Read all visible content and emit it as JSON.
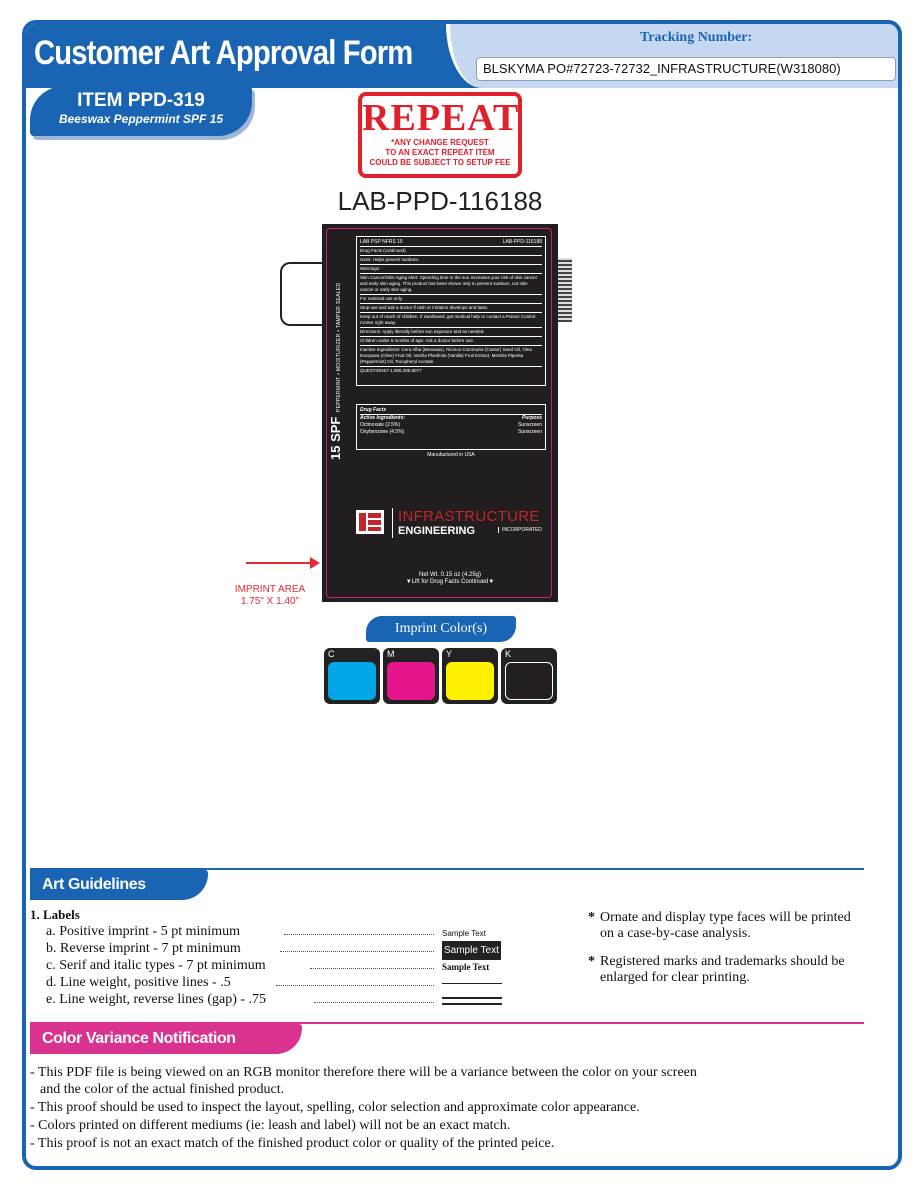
{
  "header": {
    "title": "Customer Art Approval Form",
    "tracking_label": "Tracking Number:",
    "tracking_value": "BLSKYMA PO#72723-72732_INFRASTRUCTURE(W318080)"
  },
  "item": {
    "code": "ITEM PPD-319",
    "name": "Beeswax Peppermint SPF 15"
  },
  "repeat_stamp": {
    "title": "REPEAT",
    "note_lines": [
      "*ANY CHANGE REQUEST",
      "TO AN EXACT REPEAT ITEM",
      "COULD BE SUBJECT TO SETUP FEE"
    ]
  },
  "lab_id": "LAB-PPD-116188",
  "artwork": {
    "spf_big": "15 SPF",
    "spf_side": "PEPPERMINT • MOISTURIZER • TAMPER SEALED",
    "facts_header_left": "LAB PSP NFRS 15",
    "facts_header_right": "LAB-PPD-116188",
    "facts_lines": [
      "Drug Facts (continued)",
      "Uses: Helps prevent sunburn.",
      "Warnings:",
      "Skin Cancer/Skin Aging Alert: Spending time in the sun increases your risk of skin cancer and early skin aging. This product has been shown only to prevent sunburn, not skin cancer or early skin aging.",
      "For external use only.",
      "Stop use and ask a doctor if rash or irritation develops and lasts.",
      "Keep out of reach of children. If swallowed, get medical help or contact a Poison Control Center right away.",
      "Directions: Apply liberally before sun exposure and as needed.",
      "Children under 6 months of age: Ask a doctor before use.",
      "Inactive Ingredients: Cera Alba (Beeswax), Ricinus Communis (Castor) Seed Oil, Olea Europaea (Olive) Fruit Oil, Vanilla Planifolia (Vanilla) Fruit Extract, Mentha Piperita (Peppermint) Oil, Tocopheryl Acetate.",
      "QUESTIONS? 1.855.296.8077"
    ],
    "drug_facts_title": "Drug Facts",
    "active_label": "Active Ingredients:",
    "purpose_label": "Purpose",
    "active_rows": [
      {
        "name": "Octinoxate (2.5%)",
        "purpose": "Sunscreen"
      },
      {
        "name": "Oxybenzone (4.5%)",
        "purpose": "Sunscreen"
      }
    ],
    "made_in": "Manufactured in USA",
    "logo_line_1": "INFRASTRUCTURE",
    "logo_line_2": "ENGINEERING",
    "logo_line_3": "INCORPORATED",
    "net_wt": "Net Wt. 0.15 oz (4.25g)",
    "lift_note": "▼Lift for Drug Facts Continued▼"
  },
  "imprint_area": {
    "label": "IMPRINT AREA",
    "size": "1.75\" X 1.40\""
  },
  "imprint_colors": {
    "label": "Imprint Color(s)",
    "swatches": [
      {
        "letter": "C",
        "color": "#00a6e6"
      },
      {
        "letter": "M",
        "color": "#e5158c"
      },
      {
        "letter": "Y",
        "color": "#fff200"
      },
      {
        "letter": "K",
        "color": "#231f20"
      }
    ]
  },
  "colors": {
    "brand_blue": "#1a64b4",
    "variance_magenta": "#d9338f",
    "stamp_red": "#e0202a"
  },
  "art_guidelines": {
    "title": "Art Guidelines",
    "heading": "1. Labels",
    "items": [
      {
        "text": "a. Positive imprint - 5 pt minimum",
        "sample": "Sample Text"
      },
      {
        "text": "b. Reverse imprint - 7 pt minimum",
        "sample": "Sample Text"
      },
      {
        "text": "c. Serif and italic types - 7 pt minimum",
        "sample": "Sample Text"
      },
      {
        "text": "d. Line weight, positive lines - .5",
        "sample": ""
      },
      {
        "text": "e. Line weight, reverse lines (gap) - .75",
        "sample": ""
      }
    ],
    "notes": [
      "Ornate and display type faces will be printed on a case-by-case analysis.",
      "Registered marks and trademarks should be enlarged for clear printing."
    ]
  },
  "color_variance": {
    "title": "Color Variance Notification",
    "items": [
      "- This PDF file is being viewed on an RGB monitor therefore there will be a variance between the color on your screen and the color of the actual finished product.",
      "- This proof should be used to inspect the layout, spelling, color selection and approximate color appearance.",
      "- Colors printed on different mediums (ie: leash and label) will not be an exact match.",
      "- This proof is not an exact match of the finished product color or quality of the printed peice."
    ]
  }
}
